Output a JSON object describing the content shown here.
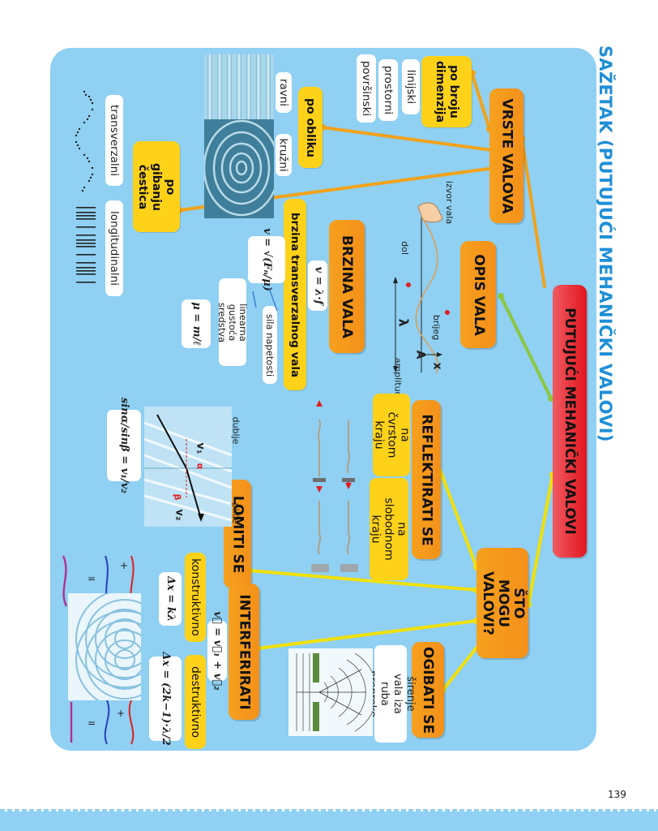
{
  "title": "SAŽETAK (PUTUJUĆI MEHANIČKI VALOVI)",
  "page_number": "139",
  "central": "PUTUJUĆI MEHANIČKI VALOVI",
  "vrste": {
    "title": "VRSTE VALOVA",
    "po_broju_dimenzija": "po broju dimenzija",
    "dimenzije": [
      "linijski",
      "prostorni",
      "površinski"
    ],
    "po_obliku": "po obliku",
    "oblici": [
      "ravni",
      "kružni"
    ],
    "po_gibanju": "po gibanju čestica",
    "gibanja": [
      "transverzalni",
      "longitudinalni"
    ]
  },
  "opis": {
    "title": "OPIS VALA",
    "labels": [
      "izvor vala",
      "brijeg",
      "dol",
      "λ",
      "A",
      "x",
      "amplituda"
    ]
  },
  "brzina": {
    "title": "BRZINA VALA",
    "formula": "v = λ·f",
    "transverzalni_title": "brzina transverzalnog vala",
    "formula_transverzalni": "v = √(Fₙ/μ)",
    "sila_napetosti": "sila napetosti",
    "linearna_gustoca": "linearna gustoća sredstva",
    "formula_mi": "μ = m/ℓ"
  },
  "sto_mogu": {
    "title": "ŠTO MOGU VALOVI?",
    "reflektirati": "REFLEKTIRATI SE",
    "na_cvrstom": "na čvrstom kraju",
    "na_slobodnom": "na slobodnom kraju",
    "lomiti": "LOMITI SE",
    "lom_labels": [
      "dublje",
      "pliće",
      "v₁",
      "v₂",
      "α",
      "β"
    ],
    "snell": "sinα/sinβ = v₁/v₂",
    "interferirati": "INTERFERIRATI",
    "superpozicija": "v⃗ = v⃗₁ + v⃗₂",
    "konstruktivno": "konstruktivno",
    "konstruktivno_uvjet": "Δx = kλ",
    "destruktivno": "destruktivno",
    "destruktivno_uvjet": "Δx = (2k−1)·λ/2",
    "ogibati": "OGIBATI SE",
    "ogib_opis": "širenje vala iza ruba prepreke"
  },
  "colors": {
    "panel": "#8fd0f3",
    "title": "#1f8fd6",
    "orange": "#f7a01e",
    "red": "#e2161f",
    "yellow": "#ffd21a",
    "orange_link": "#f2a21a",
    "yellow_link": "#f1e10a",
    "green_link": "#8cc63f"
  }
}
